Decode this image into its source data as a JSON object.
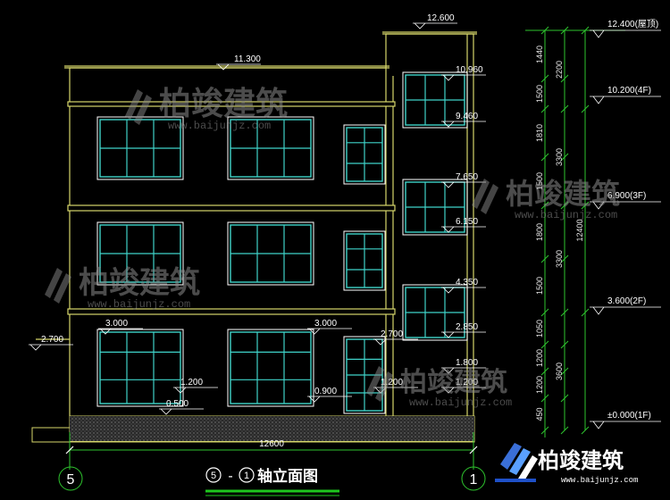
{
  "colors": {
    "wall": "#d6d66a",
    "window_frame": "#ffffff",
    "window_glass": "#3fd3c9",
    "dim_line": "#2ec52e",
    "text": "#ffffff",
    "title_underline": "#1ec81e",
    "ground": "#777777"
  },
  "drawing": {
    "title_start_axis": "5",
    "title_end_axis": "1",
    "title_separator": "-",
    "title_text": "轴立面图",
    "axis_left": "5",
    "axis_right": "1",
    "total_width": "12600",
    "total_height": "12400"
  },
  "elevations_left": [
    {
      "id": "roof-top",
      "text": "12.600"
    },
    {
      "id": "parapet",
      "text": "11.300"
    },
    {
      "id": "win4-top",
      "text": "10.960"
    },
    {
      "id": "win4-bottom",
      "text": "9.460"
    },
    {
      "id": "win3-top",
      "text": "7.650"
    },
    {
      "id": "win3-bottom",
      "text": "6.150"
    },
    {
      "id": "win2-top",
      "text": "4.350"
    },
    {
      "id": "win2-bottom",
      "text": "2.850"
    },
    {
      "id": "side-wall",
      "text": "2.700"
    },
    {
      "id": "win1-top-left",
      "text": "3.000"
    },
    {
      "id": "win1-top-mid",
      "text": "3.000"
    },
    {
      "id": "small-win-top",
      "text": "2.700"
    },
    {
      "id": "win1-r-top",
      "text": "1.800"
    },
    {
      "id": "sill-left",
      "text": "1.200"
    },
    {
      "id": "sill-small",
      "text": "1.200"
    },
    {
      "id": "sill-right",
      "text": "1.200"
    },
    {
      "id": "plinth",
      "text": "0.500"
    },
    {
      "id": "sill-mid",
      "text": "0.900"
    }
  ],
  "elevations_right": [
    {
      "id": "roof",
      "text": "12.400(屋顶)"
    },
    {
      "id": "floor4",
      "text": "10.200(4F)"
    },
    {
      "id": "floor3",
      "text": "6.900(3F)"
    },
    {
      "id": "floor2",
      "text": "3.600(2F)"
    },
    {
      "id": "floor1",
      "text": "±0.000(1F)"
    }
  ],
  "dims_inner": [
    "1440",
    "1500",
    "1810",
    "1500",
    "1800",
    "1500",
    "1050",
    "1200",
    "1200",
    "450"
  ],
  "dims_outer": [
    "2200",
    "3300",
    "3300",
    "3600"
  ],
  "watermark": {
    "brand": "柏竣建筑",
    "url": "www.baijunjz.com"
  }
}
